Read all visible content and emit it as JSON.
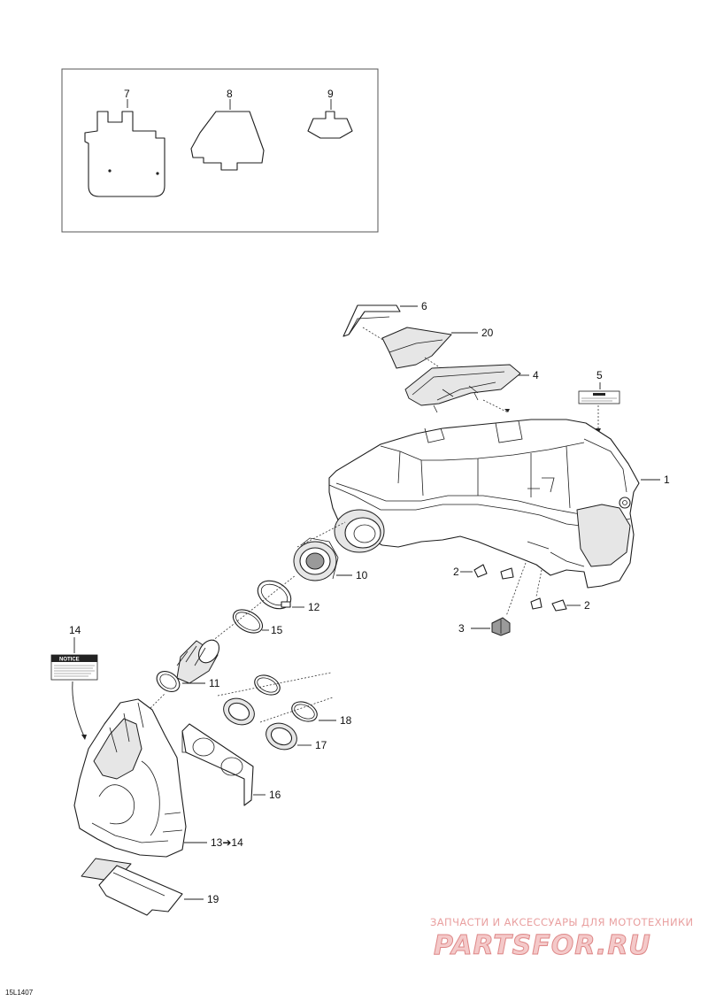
{
  "callouts": {
    "c1": "1",
    "c2a": "2",
    "c2b": "2",
    "c3": "3",
    "c4": "4",
    "c5": "5",
    "c6": "6",
    "c7": "7",
    "c8": "8",
    "c9": "9",
    "c10": "10",
    "c11": "11",
    "c12": "12",
    "c13": "13",
    "c13_arrow": "➔",
    "c13_target": "14",
    "c14": "14",
    "c15": "15",
    "c16": "16",
    "c17": "17",
    "c18": "18",
    "c19": "19",
    "c20": "20"
  },
  "notice_label": {
    "heading": "NOTICE"
  },
  "watermark": {
    "tagline": "ЗАПЧАСТИ И АКСЕССУАРЫ ДЛЯ МОТОТЕХНИКИ",
    "brand": "PARTSFOR.RU",
    "brand_color": "#e08a8a"
  },
  "diagram_code": "15L1407",
  "inset_frame": "parts 7, 8, 9"
}
